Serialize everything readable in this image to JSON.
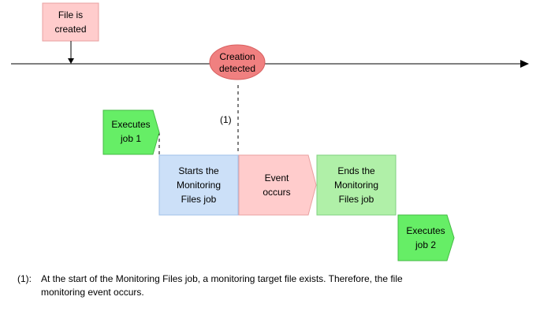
{
  "timeline": {
    "file_created": [
      "File is",
      "created"
    ],
    "creation_detected": [
      "Creation",
      "detected"
    ],
    "marker_label": "(1)"
  },
  "flow": {
    "executes_job_1": [
      "Executes",
      "job 1"
    ],
    "starts_job": [
      "Starts the",
      "Monitoring",
      "Files job"
    ],
    "event_occurs": [
      "Event",
      "occurs"
    ],
    "ends_job": [
      "Ends the",
      "Monitoring",
      "Files job"
    ],
    "executes_job_2": [
      "Executes",
      "job 2"
    ]
  },
  "footnote": {
    "marker": "(1):",
    "text_line_1": "At the start of the Monitoring Files job, a monitoring target file exists. Therefore, the file",
    "text_line_2": "monitoring event occurs."
  },
  "colors": {
    "file_created_fill": "#ffcccc",
    "file_created_stroke": "#e8a0a0",
    "creation_detected_fill": "#f08080",
    "creation_detected_stroke": "#d86060",
    "executes_fill": "#66ee66",
    "executes_stroke": "#44bb44",
    "starts_fill": "#cce0f8",
    "starts_stroke": "#a0c0e8",
    "event_fill": "#ffcccc",
    "event_stroke": "#e8a0a0",
    "ends_fill": "#b0f0a8",
    "ends_stroke": "#80d080",
    "line": "#000000"
  }
}
